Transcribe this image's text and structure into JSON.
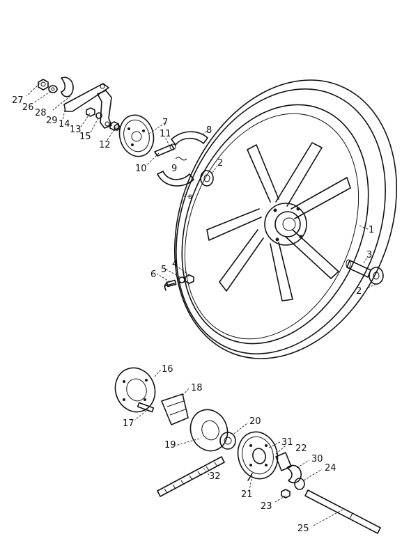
{
  "diagram": {
    "callouts": [
      "1",
      "2",
      "2",
      "3",
      "4",
      "5",
      "6",
      "7",
      "8",
      "8",
      "9",
      "10",
      "11",
      "12",
      "13",
      "14",
      "15",
      "16",
      "17",
      "18",
      "19",
      "20",
      "21",
      "22",
      "23",
      "24",
      "25",
      "26",
      "27",
      "28",
      "29",
      "30",
      "31",
      "32"
    ]
  }
}
